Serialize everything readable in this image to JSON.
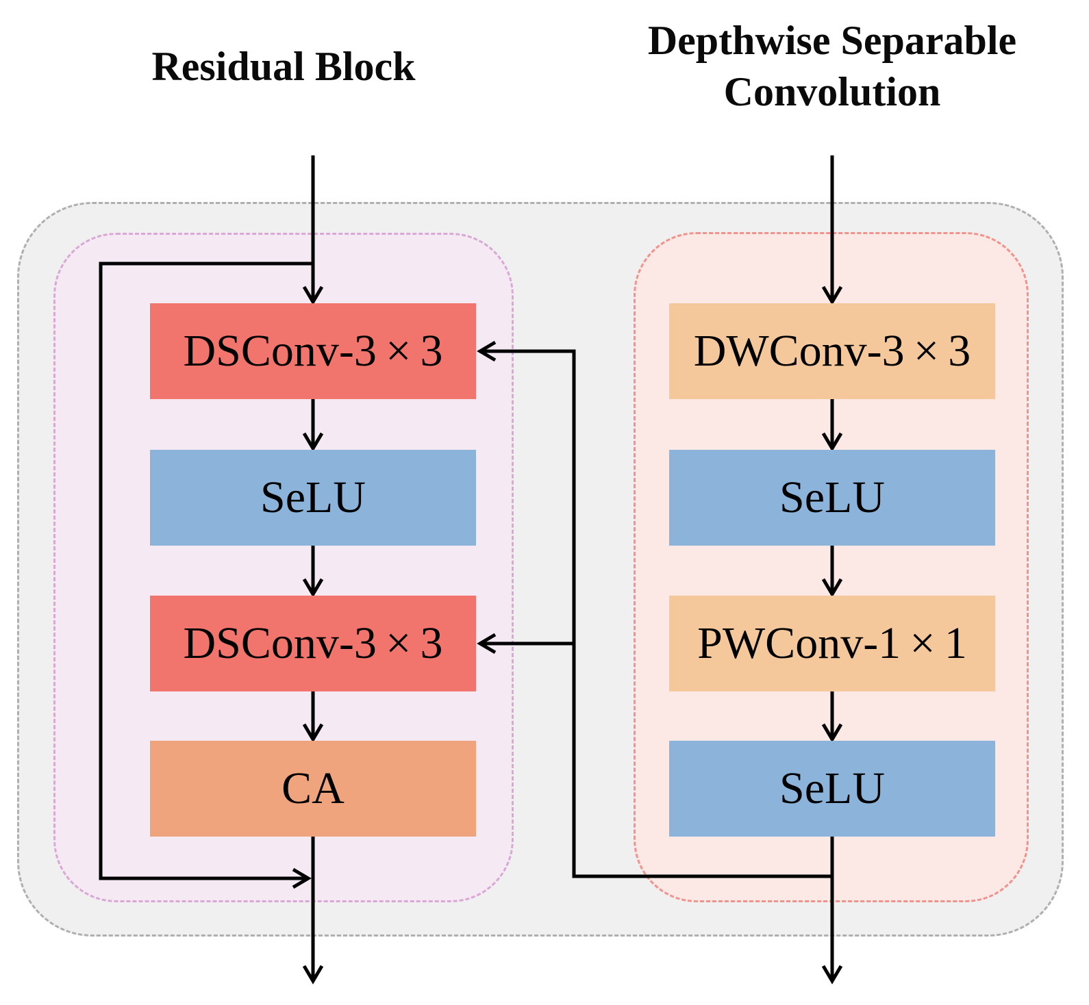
{
  "titles": {
    "left": "Residual Block",
    "right": "Depthwise Separable\nConvolution"
  },
  "left_block": {
    "name": "Residual Block",
    "nodes": [
      {
        "label": "DSConv-3 × 3",
        "type": "depthwise-separable-conv"
      },
      {
        "label": "SeLU",
        "type": "activation"
      },
      {
        "label": "DSConv-3 × 3",
        "type": "depthwise-separable-conv"
      },
      {
        "label": "CA",
        "type": "channel-attention"
      }
    ]
  },
  "right_block": {
    "name": "Depthwise Separable Convolution",
    "nodes": [
      {
        "label": "DWConv-3 × 3",
        "type": "depthwise-conv"
      },
      {
        "label": "SeLU",
        "type": "activation"
      },
      {
        "label": "PWConv-1 × 1",
        "type": "pointwise-conv"
      },
      {
        "label": "SeLU",
        "type": "activation"
      }
    ]
  },
  "edges": [
    {
      "from": "input-left",
      "to": "DSConv-3×3 (1)"
    },
    {
      "from": "DSConv-3×3 (1)",
      "to": "SeLU (1)"
    },
    {
      "from": "SeLU (1)",
      "to": "DSConv-3×3 (2)"
    },
    {
      "from": "DSConv-3×3 (2)",
      "to": "CA"
    },
    {
      "from": "CA",
      "to": "output-left"
    },
    {
      "from": "input-left",
      "to": "output-left",
      "kind": "skip-connection"
    },
    {
      "from": "input-right",
      "to": "DWConv-3×3"
    },
    {
      "from": "DWConv-3×3",
      "to": "SeLU (2)"
    },
    {
      "from": "SeLU (2)",
      "to": "PWConv-1×1"
    },
    {
      "from": "PWConv-1×1",
      "to": "SeLU (3)"
    },
    {
      "from": "SeLU (3)",
      "to": "output-right"
    },
    {
      "from": "output-right",
      "to": "DSConv-3×3 (1)",
      "kind": "expansion-reference"
    },
    {
      "from": "output-right",
      "to": "DSConv-3×3 (2)",
      "kind": "expansion-reference"
    }
  ],
  "colors": {
    "bg": "#FFFFFF",
    "outer_fill": "#F0F0F0",
    "outer_border": "#AFAFAF",
    "left_fill": "#F5EAF3",
    "left_border": "#D9A8D5",
    "right_fill": "#FCE9E6",
    "right_border": "#F0938D",
    "conv_red": "#F1756C",
    "act_blue": "#8CB4DB",
    "conv_tan": "#F4C89B",
    "ca_orange": "#EFA47D",
    "line": "#000000"
  }
}
